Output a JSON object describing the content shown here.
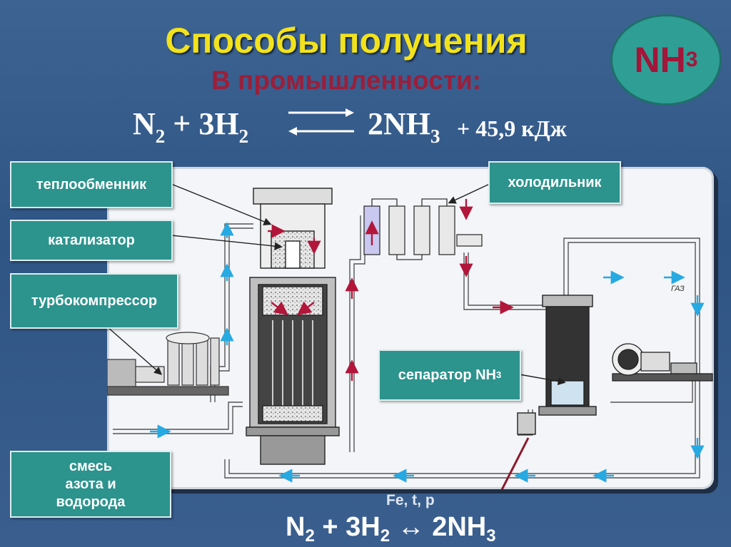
{
  "title": "Способы получения",
  "subtitle": "В промышленности:",
  "badge": {
    "text": "NH",
    "sub": "3"
  },
  "equation_top": {
    "left": "N",
    "left_sub": "2",
    "plus": " + 3H",
    "h_sub": "2",
    "right": "2NH",
    "right_sub": "3",
    "energy": "+ 45,9 кДж"
  },
  "labels": {
    "heat_exchanger": "теплообменник",
    "catalyst": "катализатор",
    "turbocompressor": "турбокомпрессор",
    "mixture": [
      "смесь",
      "азота и",
      "водорода"
    ],
    "cooler": "холодильник",
    "separator": "сепаратор NH",
    "separator_sub": "3"
  },
  "diagram_text": {
    "gas": "ГАЗ"
  },
  "conditions": "Fe, t, p",
  "equation_bottom": {
    "a": "N",
    "a_sub": "2",
    "b": " + 3H",
    "b_sub": "2",
    "arrow": " ↔ ",
    "c": "2NH",
    "c_sub": "3"
  },
  "colors": {
    "title": "#f2e21b",
    "subtitle": "#9a1f3a",
    "badge_bg": "#2f9e95",
    "badge_text": "#a4153a",
    "label_bg": "#2c938d",
    "flow_cold": "#27a9e1",
    "flow_hot": "#b2163a"
  }
}
